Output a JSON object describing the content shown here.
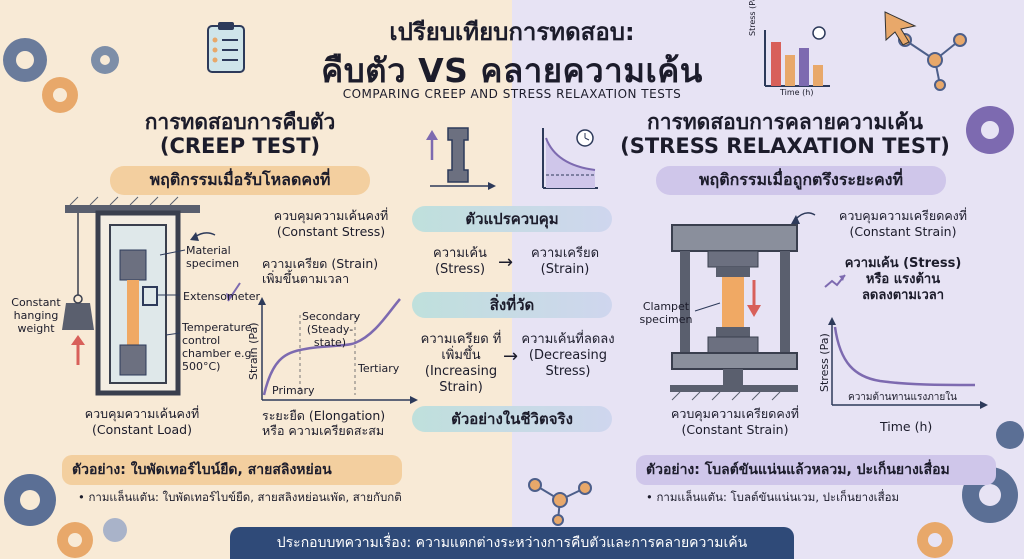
{
  "header": {
    "title_line1": "เปรียบเทียบการทดสอบ:",
    "title_line2": "คืบตัว VS คลายความเค้น",
    "subtitle": "COMPARING CREEP AND STRESS RELAXATION TESTS",
    "mini_chart_ylabel": "Stress (Pa)",
    "mini_chart_xlabel": "Time (h)"
  },
  "creep": {
    "title_th": "การทดสอบการคืบตัว",
    "title_en": "(CREEP TEST)",
    "behavior": "พฤติกรรมเมื่อรับโหลดคงที่",
    "constant_stress_th": "ควบคุมความเค้นคงที่",
    "constant_stress_en": "(Constant Stress)",
    "material_specimen": "Material specimen",
    "extensometer": "Extensometer",
    "temp_chamber": "Temperature control chamber e.g. 500°C)",
    "constant_weight": "Constant hanging weight",
    "strain_increase_line1": "ความเครียด (Strain)",
    "strain_increase_line2": "เพิ่มขึ้นตามเวลา",
    "chart_ylabel": "Strain (Pa)",
    "stage_primary": "Primary",
    "stage_secondary": "Secondary (Steady-state)",
    "stage_tertiary": "Tertiary",
    "constant_load_th": "ควบคุมความเค้นคงที่",
    "constant_load_en": "(Constant Load)",
    "elongation_line1": "ระยะยืด (Elongation)",
    "elongation_line2": "หรือ ความเครียดสะสม",
    "example": "ตัวอย่าง: ใบพัดเทอร์ไบน์ยืด, สายสลิงหย่อน",
    "bullet": "กามเเล็นแตัน: ใบพัดเทอร์ไบข์ยืด, สายสลิงหย่อนเพัด, สายกับกติ"
  },
  "middle": {
    "control_variable": "ตัวแปรควบคุม",
    "stress_label": "ความเค้น (Stress)",
    "strain_label": "ความเครียด (Strain)",
    "measured": "สิ่งที่วัด",
    "increasing_strain": "ความเครียด ที่เพิ่มขึ้น (Increasing Strain)",
    "decreasing_stress": "ความเค้นที่ลดลง (Decreasing Stress)",
    "real_examples": "ตัวอย่างในชีวิตจริง"
  },
  "relax": {
    "title_th": "การทดสอบการคลายความเค้น",
    "title_en": "(STRESS RELAXATION TEST)",
    "behavior": "พฤติกรรมเมื่อถูกตรึงระยะคงที่",
    "constant_strain_top_th": "ควบคุมความเครียดคงที่",
    "constant_strain_top_en": "(Constant Strain)",
    "clamped_specimen": "Clampet specimen",
    "stress_decrease_line1": "ความเค้น (Stress)",
    "stress_decrease_line2": "หรือ แรงต้าน",
    "stress_decrease_line3": "ลดลงตามเวลา",
    "chart_ylabel": "Stress (Pa)",
    "chart_xlabel": "Time (h)",
    "chart_annotation": "ความต้านทานแรงภายใน",
    "constant_strain_bottom_th": "ควบคุมความเครียดคงที่",
    "constant_strain_bottom_en": "(Constant Strain)",
    "example": "ตัวอย่าง: โบลต์ขันแน่นแล้วหลวม, ปะเก็นยางเสื่อม",
    "bullet": "กามเเล็นแตัน: โบลต์ขันแน่นเวม, ปะเก็นยางเสื่อม"
  },
  "footer": "ประกอบบทความเรื่อง: ความแตกต่างระหว่างการคืบตัวและการคลายความเค้น",
  "colors": {
    "left_bg": "#f8ead6",
    "right_bg": "#e7e3f4",
    "accent_orange": "#f3cf9f",
    "accent_purple": "#cfc6ea",
    "accent_teal": "#b9dcd8",
    "footer_bg": "#2f4a78"
  }
}
